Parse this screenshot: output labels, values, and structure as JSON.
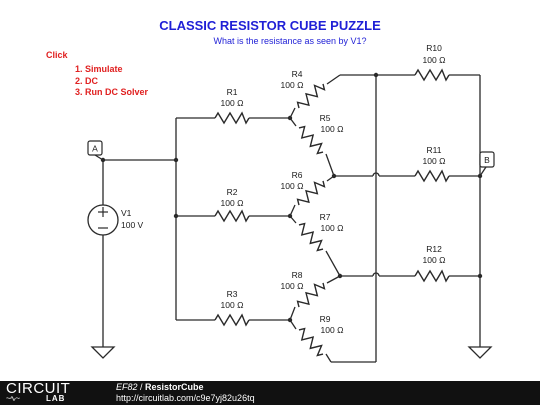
{
  "title": "CLASSIC RESISTOR CUBE PUZZLE",
  "subtitle": "What is the resistance as seen by V1?",
  "instructions": {
    "header": "Click",
    "steps": [
      "1. Simulate",
      "2. DC",
      "3. Run DC Solver"
    ]
  },
  "nodes": {
    "a": "A",
    "b": "B"
  },
  "source": {
    "name": "V1",
    "value": "100 V"
  },
  "resistors": [
    {
      "name": "R1",
      "value": "100 Ω"
    },
    {
      "name": "R2",
      "value": "100 Ω"
    },
    {
      "name": "R3",
      "value": "100 Ω"
    },
    {
      "name": "R4",
      "value": "100 Ω"
    },
    {
      "name": "R5",
      "value": "100 Ω"
    },
    {
      "name": "R6",
      "value": "100 Ω"
    },
    {
      "name": "R7",
      "value": "100 Ω"
    },
    {
      "name": "R8",
      "value": "100 Ω"
    },
    {
      "name": "R9",
      "value": "100 Ω"
    },
    {
      "name": "R10",
      "value": "100 Ω"
    },
    {
      "name": "R11",
      "value": "100 Ω"
    },
    {
      "name": "R12",
      "value": "100 Ω"
    }
  ],
  "footer": {
    "logo_top": "CIRCUIT",
    "logo_bottom": "LAB",
    "circuit_id": "EF82",
    "separator": " / ",
    "circuit_name": "ResistorCube",
    "url": "http://circuitlab.com/c9e7yj82u26tq"
  },
  "colors": {
    "title": "#1f1fd6",
    "instructions": "#e02020",
    "wire": "#2a2a2a",
    "footer_bg": "#111111"
  }
}
